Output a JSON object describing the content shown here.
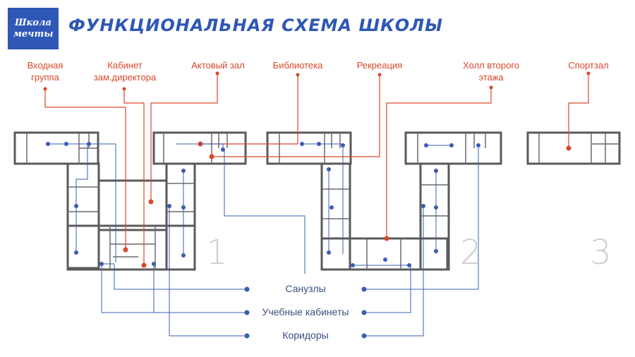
{
  "logo": {
    "line1": "Школа",
    "line2": "мечты"
  },
  "title": "ФУНКЦИОНАЛЬНАЯ СХЕМА ШКОЛЫ",
  "labels": {
    "entrance_line1": "Входная",
    "entrance_line2": "группа",
    "office_line1": "Кабинет",
    "office_line2": "зам.директора",
    "assembly_hall": "Актовый зал",
    "library": "Библиотека",
    "recreation": "Рекреация",
    "hall2_line1": "Холл второго",
    "hall2_line2": "этажа",
    "gym": "Спортзал"
  },
  "legend": {
    "toilets": "Санузлы",
    "classrooms": "Учебные кабинеты",
    "corridors": "Коридоры"
  },
  "block_numbers": {
    "b1": "1",
    "b2": "2",
    "b3": "3"
  },
  "colors": {
    "accent_red": "#d9472b",
    "accent_blue": "#2e57b6",
    "wall": "#5a5a5a"
  }
}
